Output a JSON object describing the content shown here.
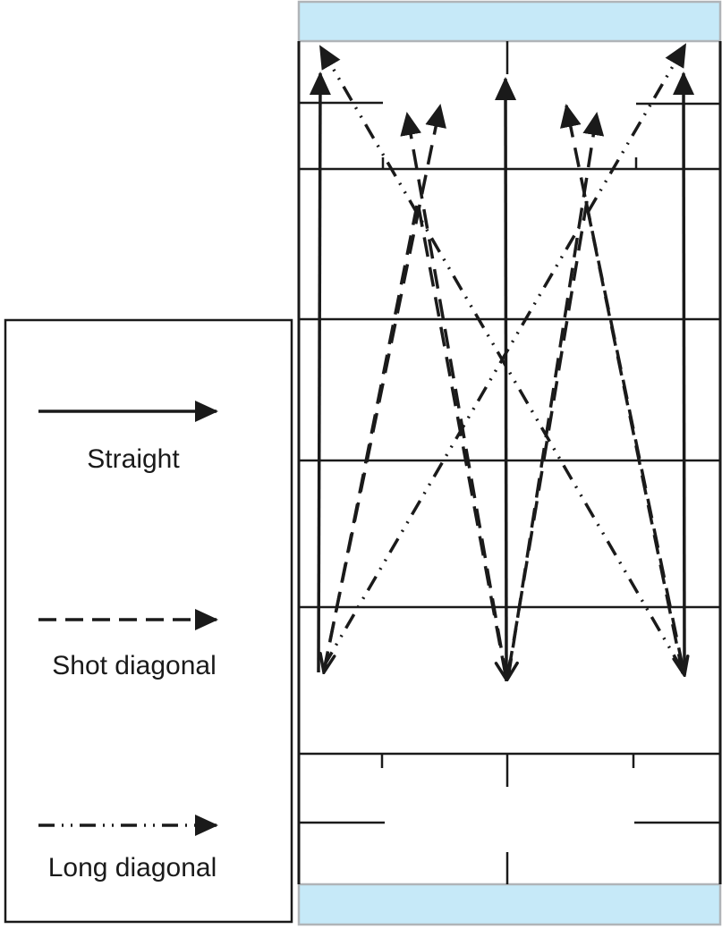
{
  "legend": {
    "items": [
      {
        "label": "Straight",
        "style": "solid"
      },
      {
        "label": "Shot diagonal",
        "style": "dashed"
      },
      {
        "label": "Long diagonal",
        "style": "dash-dot-dot"
      }
    ]
  },
  "colors": {
    "wall_band": "#c6e9f8",
    "wall_border": "#b0b4b8",
    "ink": "#1a1a1a"
  }
}
